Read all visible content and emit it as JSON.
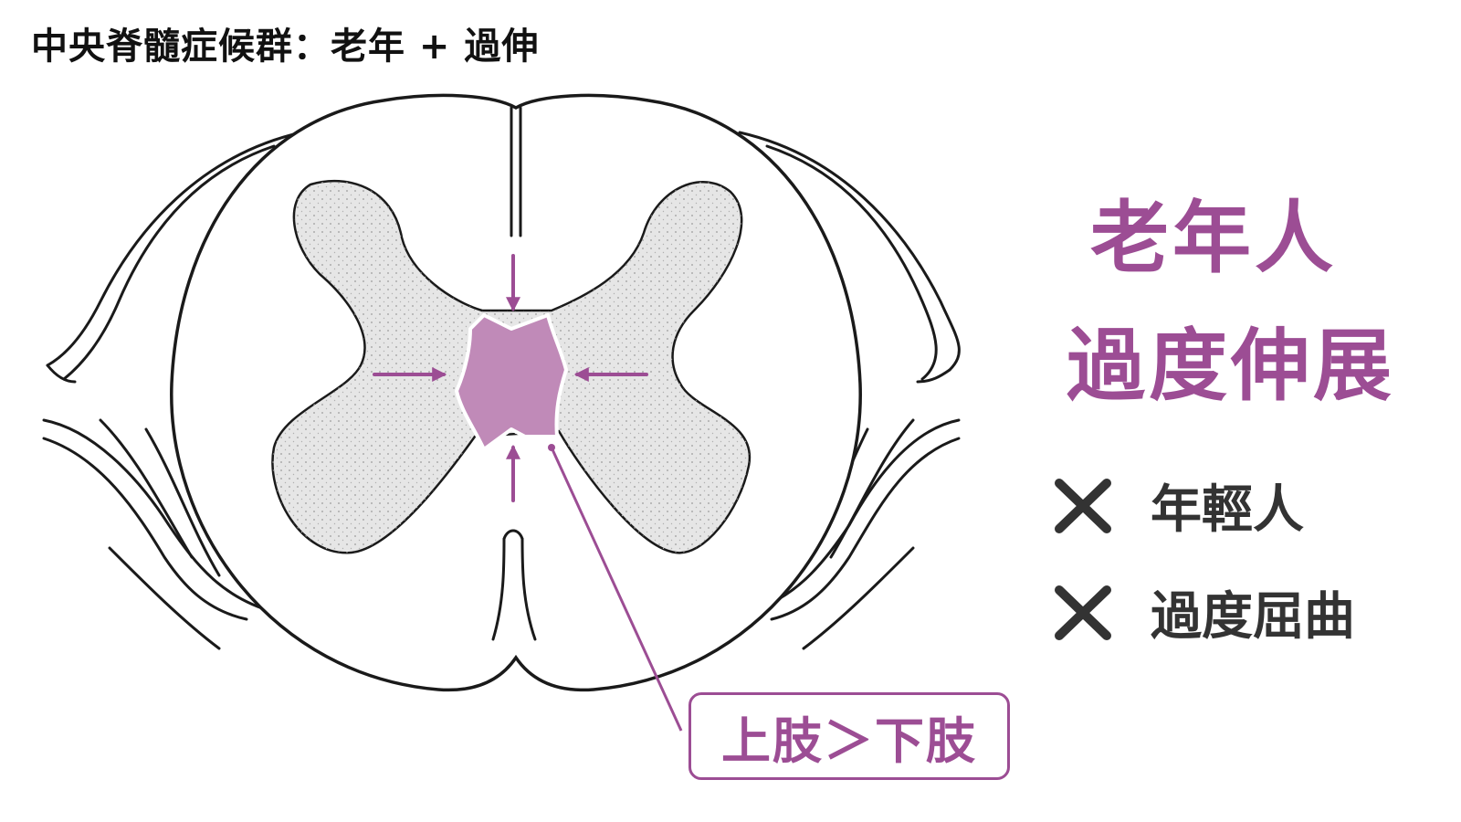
{
  "title": "中央脊髓症候群：老年 + 過伸",
  "headline": {
    "line1": "老年人",
    "line2": "過度伸展"
  },
  "exclusions": [
    {
      "text": "年輕人"
    },
    {
      "text": "過度屈曲"
    }
  ],
  "callout": {
    "text": "上肢＞下肢"
  },
  "colors": {
    "accent": "#9c4d94",
    "lesion": "#c08ab8",
    "grey_matter": "#e6e6e6",
    "outline": "#1a1a1a",
    "exclusion_text": "#333333"
  },
  "icons": {
    "exclusion_mark": "cross-mark-icon",
    "compression": "arrow-icon"
  }
}
